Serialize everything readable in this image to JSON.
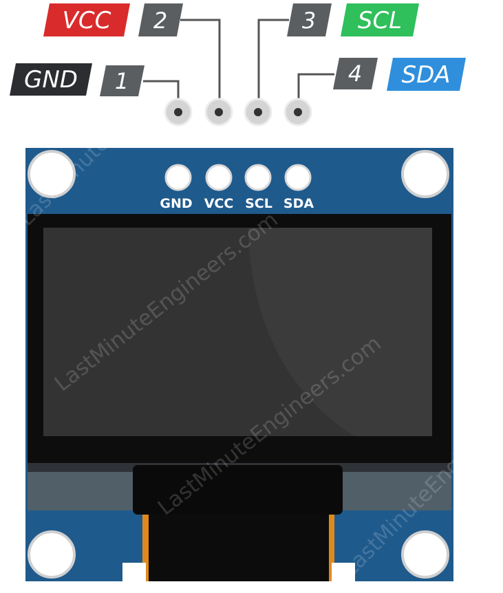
{
  "pins": [
    {
      "number": "1",
      "name": "GND",
      "tag_color": "#2b2d30"
    },
    {
      "number": "2",
      "name": "VCC",
      "tag_color": "#d92b2b"
    },
    {
      "number": "3",
      "name": "SCL",
      "tag_color": "#2fbf5b"
    },
    {
      "number": "4",
      "name": "SDA",
      "tag_color": "#2f8fdc"
    }
  ],
  "number_tag_color": "#5b5e60",
  "board": {
    "pcb_color": "#1f5a8c",
    "screen_color": "#333333",
    "silkscreen": [
      "GND",
      "VCC",
      "SCL",
      "SDA"
    ],
    "connector_color": "#e08a1e"
  },
  "watermark": "LastMinuteEngineers.com"
}
